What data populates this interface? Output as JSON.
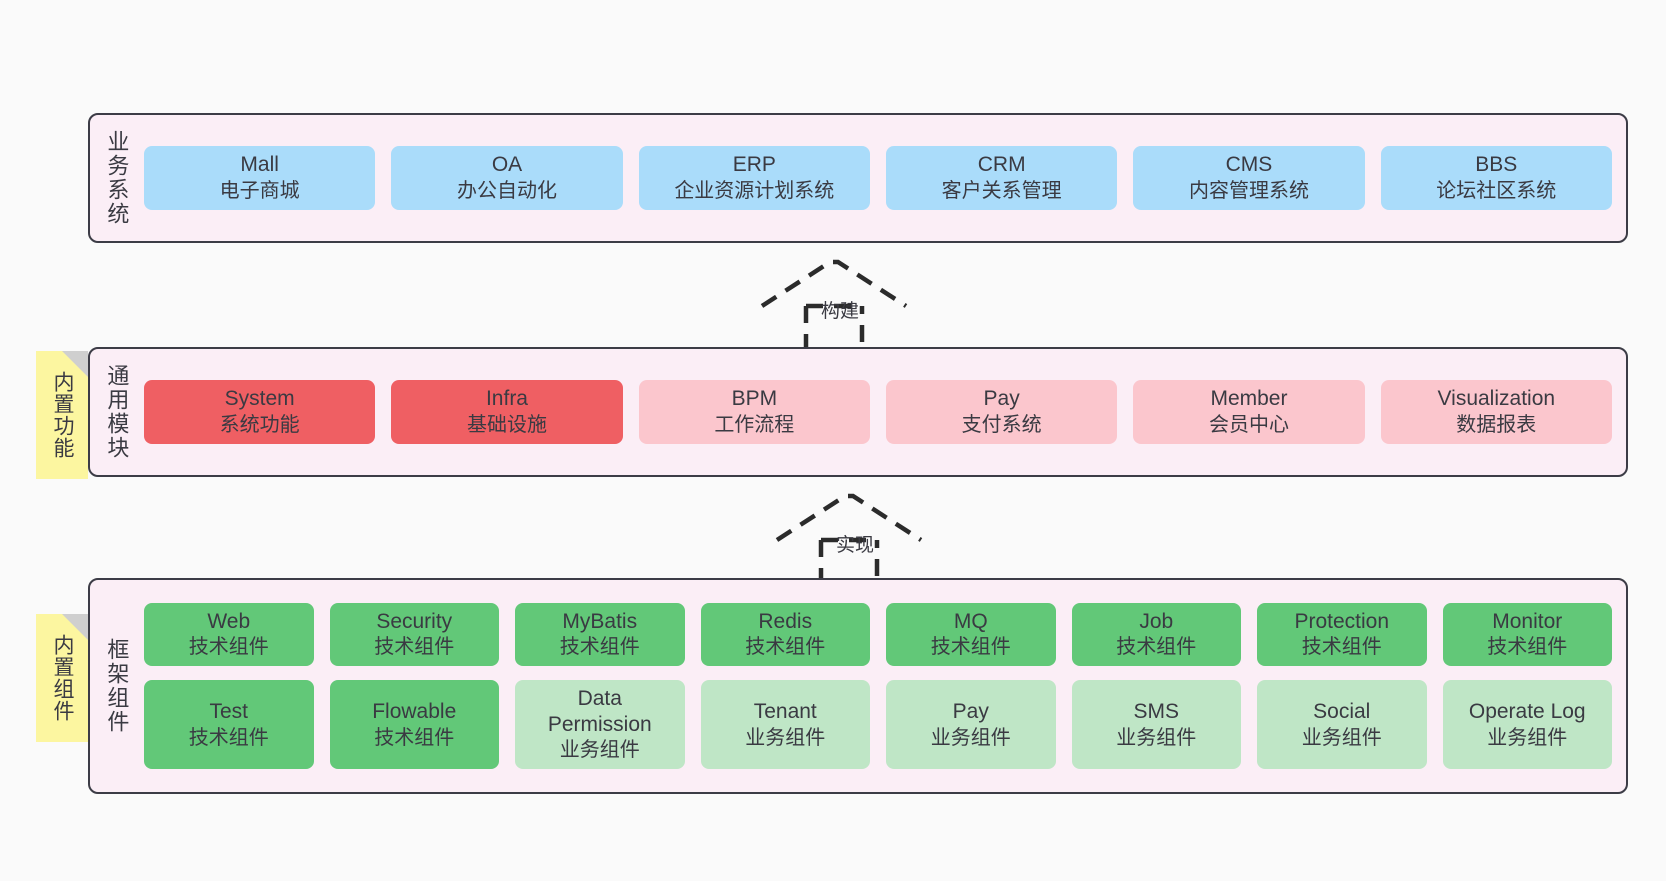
{
  "diagram": {
    "background": "#fafafa",
    "container_fill": "#fbeef6",
    "container_stroke": "#3c3c46",
    "sticky_fill": "#fcf6a0",
    "colors": {
      "business": "#aadcfa",
      "module_strong": "#ef5f63",
      "module_light": "#fbc6cd",
      "tech_strong": "#62c878",
      "tech_light": "#bfe6c6"
    }
  },
  "layers": [
    {
      "id": "business-system",
      "title": "业务系统",
      "rows": [
        [
          {
            "en": "Mall",
            "cn": "电子商城",
            "color": "c-blue"
          },
          {
            "en": "OA",
            "cn": "办公自动化",
            "color": "c-blue"
          },
          {
            "en": "ERP",
            "cn": "企业资源计划系统",
            "color": "c-blue"
          },
          {
            "en": "CRM",
            "cn": "客户关系管理",
            "color": "c-blue"
          },
          {
            "en": "CMS",
            "cn": "内容管理系统",
            "color": "c-blue"
          },
          {
            "en": "BBS",
            "cn": "论坛社区系统",
            "color": "c-blue"
          }
        ]
      ]
    },
    {
      "id": "common-module",
      "title": "通用模块",
      "sticky": "内置功能",
      "rows": [
        [
          {
            "en": "System",
            "cn": "系统功能",
            "color": "c-red"
          },
          {
            "en": "Infra",
            "cn": "基础设施",
            "color": "c-red"
          },
          {
            "en": "BPM",
            "cn": "工作流程",
            "color": "c-pink"
          },
          {
            "en": "Pay",
            "cn": "支付系统",
            "color": "c-pink"
          },
          {
            "en": "Member",
            "cn": "会员中心",
            "color": "c-pink"
          },
          {
            "en": "Visualization",
            "cn": "数据报表",
            "color": "c-pink"
          }
        ]
      ]
    },
    {
      "id": "framework-component",
      "title": "框架组件",
      "sticky": "内置组件",
      "rows": [
        [
          {
            "en": "Web",
            "cn": "技术组件",
            "color": "c-green"
          },
          {
            "en": "Security",
            "cn": "技术组件",
            "color": "c-green"
          },
          {
            "en": "MyBatis",
            "cn": "技术组件",
            "color": "c-green"
          },
          {
            "en": "Redis",
            "cn": "技术组件",
            "color": "c-green"
          },
          {
            "en": "MQ",
            "cn": "技术组件",
            "color": "c-green"
          },
          {
            "en": "Job",
            "cn": "技术组件",
            "color": "c-green"
          },
          {
            "en": "Protection",
            "cn": "技术组件",
            "color": "c-green"
          },
          {
            "en": "Monitor",
            "cn": "技术组件",
            "color": "c-green"
          }
        ],
        [
          {
            "en": "Test",
            "cn": "技术组件",
            "color": "c-green"
          },
          {
            "en": "Flowable",
            "cn": "技术组件",
            "color": "c-green"
          },
          {
            "en": "Data\nPermission",
            "cn": "业务组件",
            "color": "c-lgreen"
          },
          {
            "en": "Tenant",
            "cn": "业务组件",
            "color": "c-lgreen"
          },
          {
            "en": "Pay",
            "cn": "业务组件",
            "color": "c-lgreen"
          },
          {
            "en": "SMS",
            "cn": "业务组件",
            "color": "c-lgreen"
          },
          {
            "en": "Social",
            "cn": "业务组件",
            "color": "c-lgreen"
          },
          {
            "en": "Operate Log",
            "cn": "业务组件",
            "color": "c-lgreen"
          }
        ]
      ]
    }
  ],
  "connectors": [
    {
      "id": "build",
      "label": "构建"
    },
    {
      "id": "implement",
      "label": "实现"
    }
  ]
}
